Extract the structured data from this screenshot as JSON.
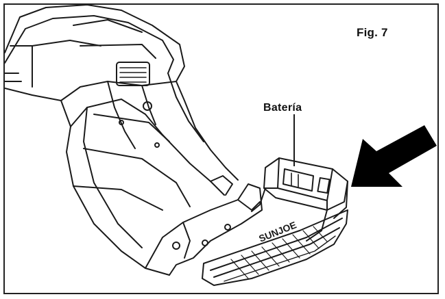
{
  "figure": {
    "label": "Fig. 7"
  },
  "callout": {
    "battery_label": "Batería"
  },
  "product": {
    "brand_text": "SUNJOE"
  },
  "colors": {
    "line": "#1a1a1a",
    "background": "#ffffff",
    "arrow_fill": "#000000"
  },
  "icons": {
    "insert_direction": "arrow-icon"
  }
}
